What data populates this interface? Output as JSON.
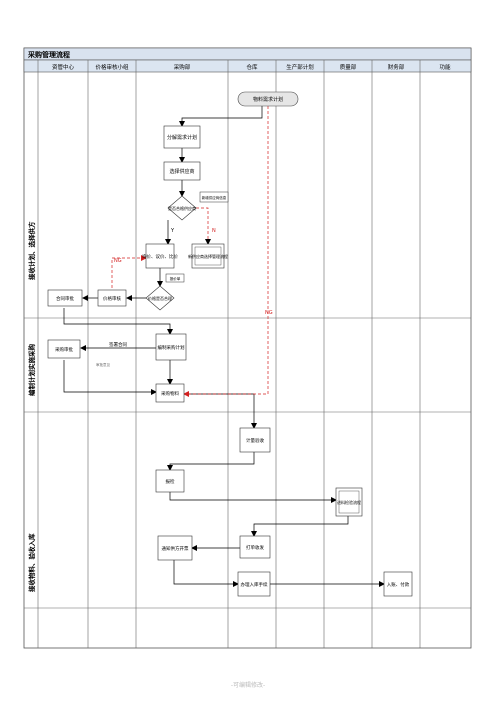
{
  "title": "采购管理流程",
  "lanes": [
    "资管中心",
    "价格审核小组",
    "采购部",
    "仓库",
    "生产部计划",
    "质量部",
    "财务部",
    "功能"
  ],
  "phases": [
    "接收计划、选择供方",
    "编制计划实施采购",
    "接收物料、验收入库"
  ],
  "nodes": {
    "n_material_plan": "物料需求计划",
    "n_split_plan": "分解需求计划",
    "n_select_supplier": "选择供应商",
    "n_qualified": "是否合格供应商",
    "n_new_supplier_note": "新增供应商信息",
    "n_inquiry": "询价、议价、比价",
    "n_new_supplier_flow": "新供应商选择管理流程",
    "n_quote_note": "报价单",
    "n_price_ok": "价格是否合理",
    "n_price_review": "价格审核",
    "n_contract_review": "合同审批",
    "n_purchase_review": "采购审批",
    "n_review_note": "审批意见",
    "n_sign_contract": "签署合同",
    "n_make_plan": "编制采购计划",
    "n_buy": "采购物料",
    "n_count_check": "计量验收",
    "n_inspection": "报检",
    "n_incoming_flow": "进料检验流程",
    "n_in_storage": "打单收发",
    "n_return": "通知供方开票",
    "n_warehouse_entry": "办理入库手续",
    "n_pay": "入账、付款"
  },
  "labels": {
    "y": "Y",
    "n": "N",
    "ng1": "NG",
    "ng2": "NG"
  },
  "colors": {
    "title_bg": "#d9e2ef",
    "header_bg": "#dbe5f1",
    "border": "#555555",
    "line": "#000000",
    "ng": "#d32020"
  },
  "footer": "-可编辑修改-"
}
